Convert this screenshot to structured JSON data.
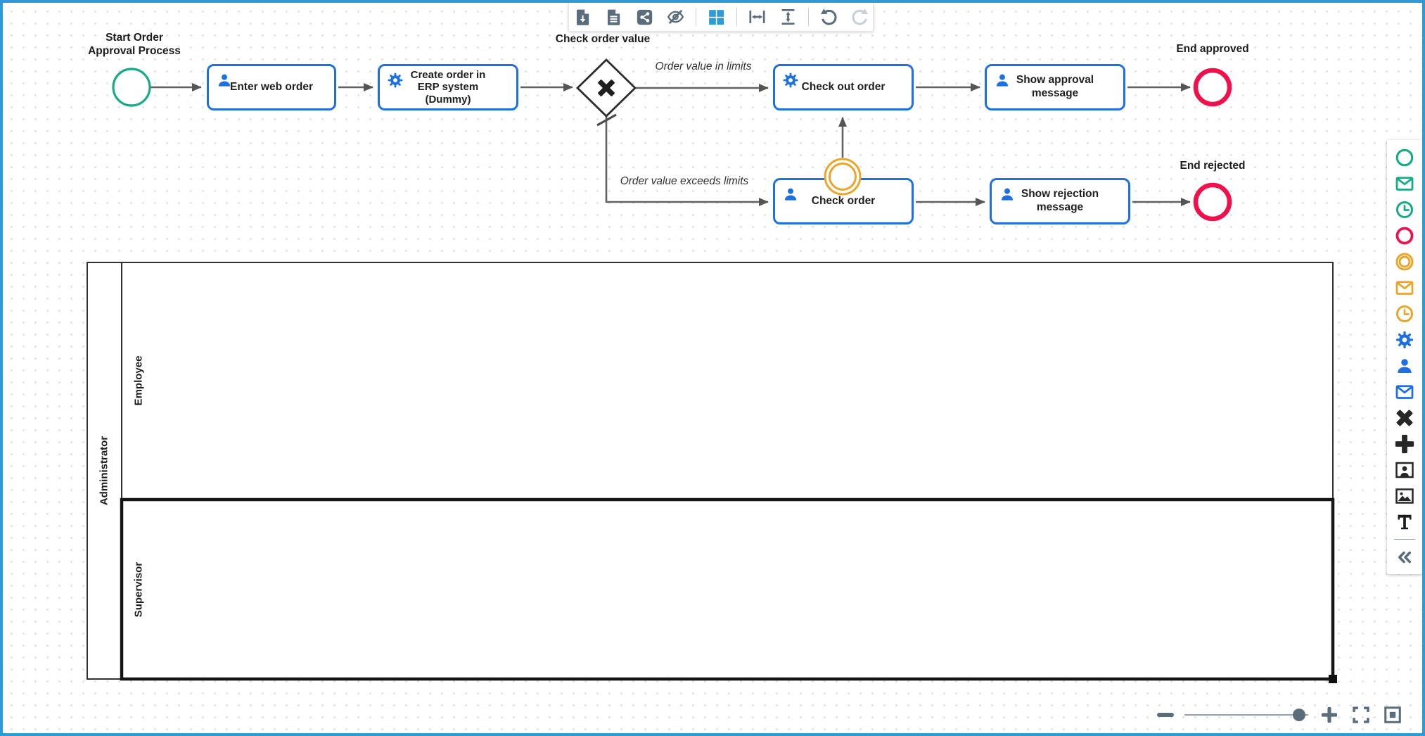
{
  "colors": {
    "accent_blue": "#2e9bd6",
    "task_border_blue": "#1e6fe0",
    "event_green": "#15ab85",
    "event_red": "#f0104c",
    "event_orange": "#e9a62b",
    "toolbar_gray": "#5b6d7a",
    "arrow_gray": "#616161",
    "ink": "#1f1f1f"
  },
  "toolbar": {
    "items": [
      {
        "name": "export-image",
        "icon": "file-download-icon"
      },
      {
        "name": "export-report",
        "icon": "file-report-icon"
      },
      {
        "name": "share",
        "icon": "share-icon"
      },
      {
        "name": "hide-overlays",
        "icon": "eye-off-icon"
      },
      {
        "name": "toggle-grid",
        "icon": "grid-icon",
        "active": true
      },
      {
        "name": "fit-width",
        "icon": "fit-width-icon"
      },
      {
        "name": "fit-height",
        "icon": "fit-height-icon"
      },
      {
        "name": "undo",
        "icon": "undo-icon"
      },
      {
        "name": "redo",
        "icon": "redo-icon",
        "disabled": true
      }
    ]
  },
  "diagram": {
    "start_event": {
      "label": "Start Order\nApproval Process"
    },
    "gateway": {
      "label": "Check order value"
    },
    "end_events": [
      {
        "label": "End approved"
      },
      {
        "label": "End rejected"
      }
    ],
    "tasks": [
      {
        "label": "Enter web order",
        "type": "user"
      },
      {
        "label": "Create order in\nERP system\n(Dummy)",
        "type": "service"
      },
      {
        "label": "Check out order",
        "type": "service"
      },
      {
        "label": "Show approval\nmessage",
        "type": "user"
      },
      {
        "label": "Check order",
        "type": "user"
      },
      {
        "label": "Show rejection\nmessage",
        "type": "user"
      }
    ],
    "flow_labels": [
      {
        "label": "Order value in limits"
      },
      {
        "label": "Order value exceeds limits"
      }
    ],
    "boundary_event": {
      "type": "intermediate-catch",
      "color": "orange"
    },
    "pool": {
      "name": "Administrator",
      "lanes": [
        {
          "name": "Employee",
          "selected": false
        },
        {
          "name": "Supervisor",
          "selected": true
        }
      ]
    }
  },
  "palette": {
    "items": [
      {
        "name": "start-event",
        "icon": "green-circle-icon"
      },
      {
        "name": "message-start-event",
        "icon": "green-envelope-icon"
      },
      {
        "name": "timer-start-event",
        "icon": "green-clock-icon"
      },
      {
        "name": "end-event",
        "icon": "red-circle-icon"
      },
      {
        "name": "intermediate-event",
        "icon": "orange-double-circle-icon"
      },
      {
        "name": "message-intermediate-event",
        "icon": "orange-envelope-icon"
      },
      {
        "name": "timer-intermediate-event",
        "icon": "orange-clock-icon"
      },
      {
        "name": "service-task",
        "icon": "gear-icon"
      },
      {
        "name": "user-task",
        "icon": "user-icon"
      },
      {
        "name": "send-task",
        "icon": "blue-envelope-icon"
      },
      {
        "name": "exclusive-gateway",
        "icon": "x-icon"
      },
      {
        "name": "parallel-gateway",
        "icon": "plus-icon"
      },
      {
        "name": "participant-pool",
        "icon": "person-frame-icon"
      },
      {
        "name": "image-annotation",
        "icon": "image-icon"
      },
      {
        "name": "text-annotation",
        "icon": "letter-t-icon"
      },
      {
        "name": "collapse-palette",
        "icon": "chevrons-left-icon"
      }
    ]
  },
  "zoom_controls": {
    "items": [
      "zoom-out",
      "zoom-slider",
      "zoom-in",
      "fullscreen",
      "fit-viewport"
    ]
  }
}
